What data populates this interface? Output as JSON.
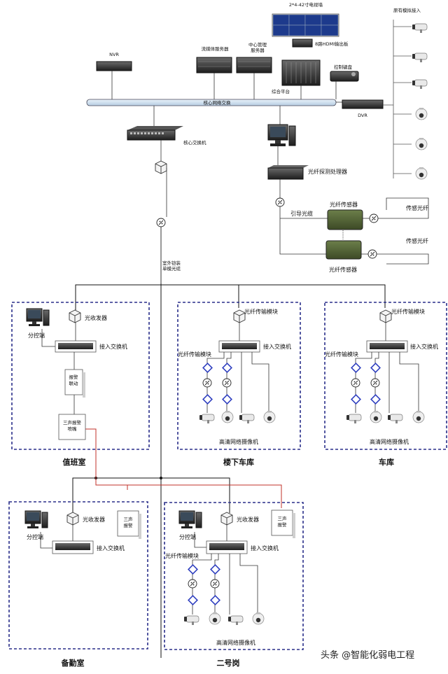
{
  "labels": {
    "tv_wall": "2*4-42寸电视墙",
    "nvr": "NVR",
    "media_server": "流媒体服务器",
    "mgmt_server": "中心管理\n服务器",
    "hdmi_board": "8路HDMI输出板",
    "keyboard": "控制键盘",
    "platform": "综合平台",
    "analog_in": "原有模拟接入",
    "core_net": "核心网络交换",
    "dvr": "DVR",
    "core_switch": "核心交换机",
    "fiber_proc": "光纤探测处理器",
    "guide_cable": "引导光缆",
    "fiber_sensor_1": "光纤传感器",
    "fiber_sensor_2": "光纤传感器",
    "sensing_fiber_1": "传感光纤",
    "sensing_fiber_2": "传感光纤",
    "outdoor_cable": "室外铠装\n单模光缆",
    "transceiver_1": "光收发器",
    "client_1": "分控端",
    "access_switch_1": "接入交换机",
    "alarm_link": "报警\n联动",
    "tri_alarm_1": "三声报警\n喷嘴",
    "fiber_mod_a1": "光纤传输模块",
    "access_switch_a": "接入交换机",
    "fiber_mod_a2": "光纤传输模块",
    "hd_cam_a": "高清网络摄像机",
    "fiber_mod_b1": "光纤传输模块",
    "access_switch_b": "接入交换机",
    "fiber_mod_b2": "光纤传输模块",
    "hd_cam_b": "高清网络摄像机",
    "transceiver_2": "光收发器",
    "client_2": "分控端",
    "tri_alarm_2": "三声\n报警",
    "access_switch_2": "接入交换机",
    "transceiver_3": "光收发器",
    "client_3": "分控端",
    "tri_alarm_3": "三声\n报警",
    "access_switch_3": "接入交换机",
    "fiber_mod_c": "光纤传输模块",
    "hd_cam_c": "高清网络摄像机"
  },
  "rooms": {
    "duty": "值班室",
    "basement_garage": "楼下车库",
    "garage": "车库",
    "standby": "备勤室",
    "post2": "二号岗"
  },
  "watermark": "头条 @智能化弱电工程",
  "colors": {
    "box_border": "#2a2f8a",
    "alarm_line": "#c0302a",
    "bus_fill": "#cfe0ef",
    "fiber_module": "#2f3fbf"
  }
}
